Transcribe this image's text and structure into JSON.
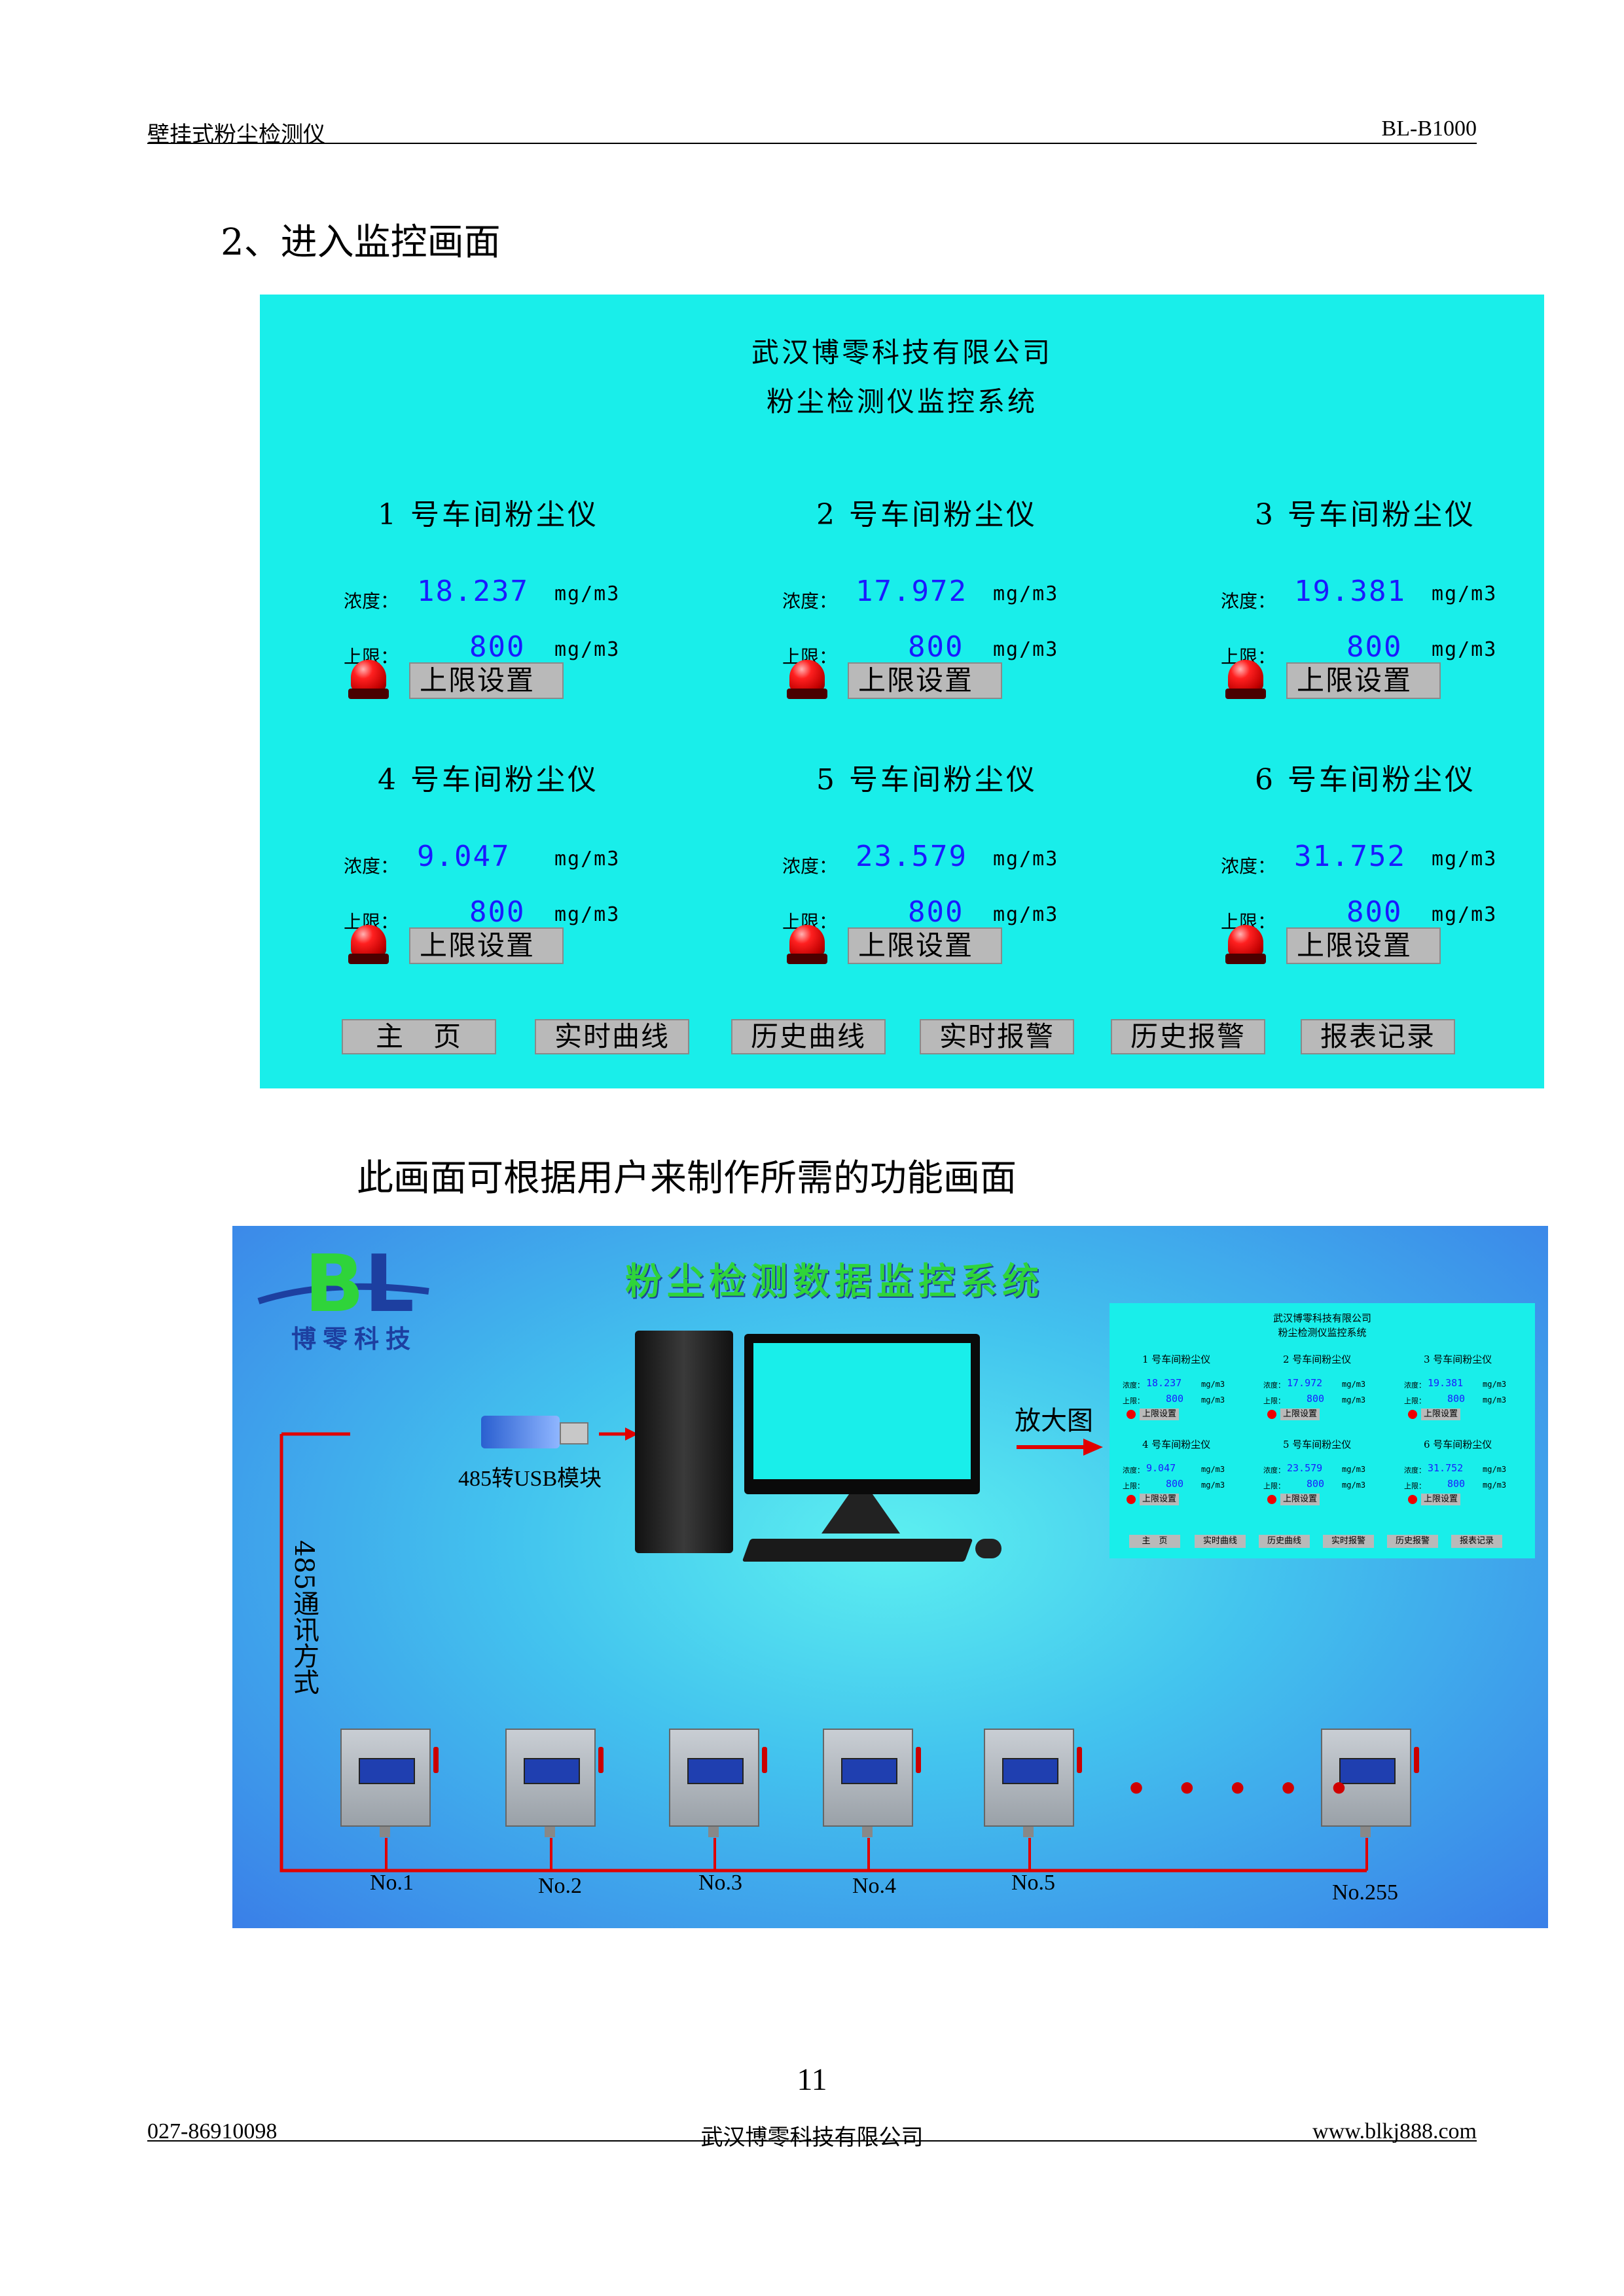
{
  "header": {
    "left": "壁挂式粉尘检测仪",
    "right": "BL-B1000"
  },
  "section_title": "2、进入监控画面",
  "panel": {
    "company": "武汉博零科技有限公司",
    "system": "粉尘检测仪监控系统",
    "conc_label": "浓度：",
    "limit_label": "上限：",
    "unit": "mg/m3",
    "set_button": "上限设置",
    "devices": [
      {
        "title": "1 号车间粉尘仪",
        "concentration": "18.237",
        "limit": "800"
      },
      {
        "title": "2 号车间粉尘仪",
        "concentration": "17.972",
        "limit": "800"
      },
      {
        "title": "3 号车间粉尘仪",
        "concentration": "19.381",
        "limit": "800"
      },
      {
        "title": "4 号车间粉尘仪",
        "concentration": "9.047",
        "limit": "800"
      },
      {
        "title": "5 号车间粉尘仪",
        "concentration": "23.579",
        "limit": "800"
      },
      {
        "title": "6 号车间粉尘仪",
        "concentration": "31.752",
        "limit": "800"
      }
    ],
    "nav": [
      "主　页",
      "实时曲线",
      "历史曲线",
      "实时报警",
      "历史报警",
      "报表记录"
    ]
  },
  "caption": "此画面可根据用户来制作所需的功能画面",
  "diagram": {
    "title": "粉尘检测数据监控系统",
    "logo_letters": "BL",
    "logo_text": "博零科技",
    "usb_label": "485转USB模块",
    "zoom_label": "放大图",
    "comm_label": "485通讯方式",
    "ellipsis": "• • • • •",
    "nodes": [
      "No.1",
      "No.2",
      "No.3",
      "No.4",
      "No.5",
      "No.255"
    ],
    "mini": {
      "company": "武汉博零科技有限公司",
      "system": "粉尘检测仪监控系统",
      "devices": [
        {
          "title": "1 号车间粉尘仪",
          "concentration": "18.237",
          "limit": "800"
        },
        {
          "title": "2 号车间粉尘仪",
          "concentration": "17.972",
          "limit": "800"
        },
        {
          "title": "3 号车间粉尘仪",
          "concentration": "19.381",
          "limit": "800"
        },
        {
          "title": "4 号车间粉尘仪",
          "concentration": "9.047",
          "limit": "800"
        },
        {
          "title": "5 号车间粉尘仪",
          "concentration": "23.579",
          "limit": "800"
        },
        {
          "title": "6 号车间粉尘仪",
          "concentration": "31.752",
          "limit": "800"
        }
      ],
      "conc_label": "浓度：",
      "limit_label": "上限：",
      "unit": "mg/m3",
      "set_button": "上限设置",
      "nav": [
        "主　页",
        "实时曲线",
        "历史曲线",
        "实时报警",
        "历史报警",
        "报表记录"
      ]
    }
  },
  "page_number": "11",
  "footer": {
    "phone": "027-86910098",
    "company": "武汉博零科技有限公司",
    "website": "www.blkj888.com"
  }
}
